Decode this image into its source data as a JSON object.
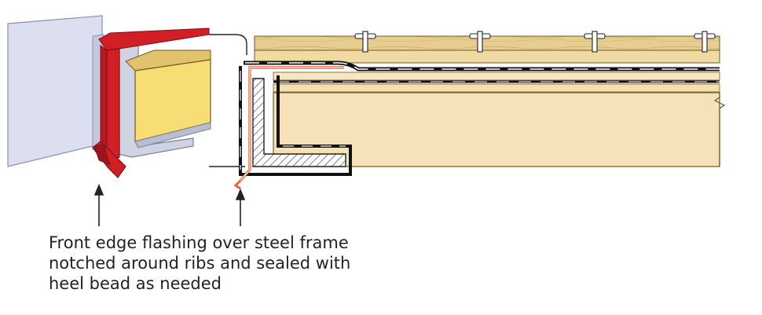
{
  "caption": {
    "lines": [
      "Front edge flashing over steel frame",
      "notched around ribs and sealed with",
      "heel bead as needed"
    ]
  },
  "colors": {
    "wall_panel": "#dcdff0",
    "flashing_red": "#d21f26",
    "flashing_red_dark": "#9c151b",
    "wood_core": "#f7dd74",
    "steel_frame": "#cfd3e2",
    "plank_top": "#e8cd90",
    "plank_light": "#f3dfb0",
    "beam": "#f6e2b8",
    "outline": "#1a1a1a",
    "membrane_orange": "#e8643a"
  }
}
